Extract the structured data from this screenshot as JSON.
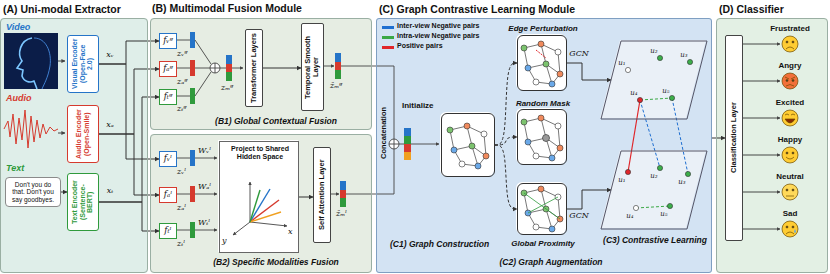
{
  "diagram": {
    "nodes": [
      {
        "text": [
          "(A) Uni-modal Extractor"
        ]
      },
      {
        "text": [
          "Visual Encoder (Open-Face 2.0)"
        ],
        "in": 0
      },
      {
        "text": [
          "Audio Encoder (Open-Smile)"
        ],
        "in": 0
      },
      {
        "text": [
          "Text Encoder (Sentence-BERT)"
        ],
        "in": 0
      },
      {
        "text": [
          "Don't you do that. Don't you say goodbyes."
        ],
        "in": 0
      },
      {
        "text": [
          "(B1) Global Contextual Fusion"
        ]
      },
      {
        "text": [
          "fᵥᵍ"
        ],
        "in": 5
      },
      {
        "text": [
          "fₐᵍ"
        ],
        "in": 5
      },
      {
        "text": [
          "fₜᵍ"
        ],
        "in": 5
      },
      {
        "text": [
          "Transformer Layers"
        ],
        "in": 5
      },
      {
        "text": [
          "Temporal Smooth Layer"
        ],
        "in": 5
      },
      {
        "text": [
          "(B2) Specific Modalities Fusion"
        ]
      },
      {
        "text": [
          "fᵥˡ"
        ],
        "in": 11
      },
      {
        "text": [
          "fₐˡ"
        ],
        "in": 11
      },
      {
        "text": [
          "fₜˡ"
        ],
        "in": 11
      },
      {
        "text": [
          "Project to Shared Hidden Space"
        ],
        "in": 11
      },
      {
        "text": [
          "Self Attention Layer"
        ],
        "in": 11
      },
      {
        "text": [
          "(C) Graph Contrastive Learning Module"
        ]
      },
      {
        "text": [
          "(C1) Graph Construction"
        ],
        "in": 17
      },
      {
        "text": [
          "Edge Perturbation"
        ],
        "in": 17
      },
      {
        "text": [
          "Random Mask"
        ],
        "in": 17
      },
      {
        "text": [
          "Global Proximity"
        ],
        "in": 17
      },
      {
        "text": [
          "u₁",
          "u₂",
          "u₃",
          "u₄",
          "u₅"
        ],
        "in": 17
      },
      {
        "text": [
          "u₁",
          "u₂",
          "u₃",
          "u₄",
          "u₅"
        ],
        "in": 17
      },
      {
        "text": [
          "(D) Classifier"
        ]
      },
      {
        "text": [
          "Classification Layer"
        ],
        "in": 24
      }
    ],
    "edges": [
      {
        "from": 1,
        "to": 6,
        "arrow": "to",
        "label": "xᵥ"
      },
      {
        "from": 1,
        "to": 12,
        "arrow": "to"
      },
      {
        "from": 2,
        "to": 7,
        "arrow": "to",
        "label": "xₐ"
      },
      {
        "from": 2,
        "to": 13,
        "arrow": "to"
      },
      {
        "from": 3,
        "to": 8,
        "arrow": "to",
        "label": "xₜ"
      },
      {
        "from": 3,
        "to": 14,
        "arrow": "to"
      },
      {
        "from": 4,
        "to": 3,
        "arrow": "to"
      },
      {
        "from": 9,
        "to": 10,
        "arrow": "to"
      },
      {
        "from": 15,
        "to": 16,
        "arrow": "to"
      },
      {
        "from": 18,
        "to": 19,
        "arrow": "to"
      },
      {
        "from": 18,
        "to": 20,
        "arrow": "to"
      },
      {
        "from": 18,
        "to": 21,
        "arrow": "to"
      },
      {
        "from": 19,
        "to": 22,
        "arrow": "to",
        "label": "GCN"
      },
      {
        "from": 21,
        "to": 23,
        "arrow": "to",
        "label": "GCN"
      },
      {
        "from": 17,
        "to": 25,
        "arrow": "to"
      }
    ],
    "labels": [
      "Video",
      "Audio",
      "Text",
      "(B) Multimodal Fusion Module",
      "zᵥᵍ",
      "zₐᵍ",
      "zₜᵍ",
      "zₘᵍ",
      "ẑₘᵍ",
      "Wᵥˡ",
      "zᵥˡ",
      "Wₐˡ",
      "zₐˡ",
      "Wₜˡ",
      "zₜˡ",
      "ẑₘˡ",
      "x",
      "y",
      "Concatenation",
      "Initialize",
      "(C2) Graph Augmentation",
      "(C3) Contrastive Learning",
      "Frustrated",
      "Angry",
      "Excited",
      "Happy",
      "Neutral",
      "Sad"
    ],
    "legend": [
      {
        "text": "Inter-view Negative pairs",
        "color": "#1f6fd1"
      },
      {
        "text": "Intra-view Negative pairs",
        "color": "#3aa845"
      },
      {
        "text": "Positive pairs",
        "color": "#e0262b"
      }
    ]
  }
}
